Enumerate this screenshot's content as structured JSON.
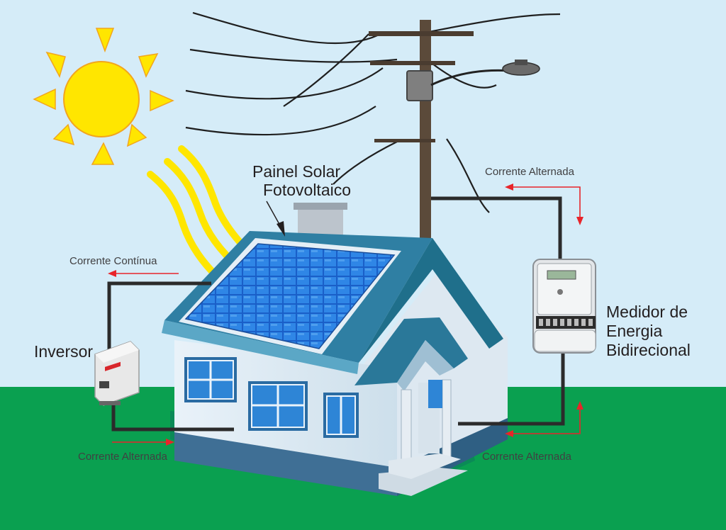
{
  "labels": {
    "solar_panel_line1": "Painel Solar",
    "solar_panel_line2": "Fotovoltaico",
    "inverter": "Inversor",
    "meter_line1": "Medidor de",
    "meter_line2": "Energia",
    "meter_line3": "Bidirecional"
  },
  "flows": {
    "dc_current": "Corrente Contínua",
    "ac_top_right": "Corrente Alternada",
    "ac_bottom_left": "Corrente Alternada",
    "ac_bottom_right": "Corrente Alternada"
  },
  "colors": {
    "sky": "#d5ecf8",
    "grass": "#0aa050",
    "sun": "#ffe600",
    "arrow": "#e8242a",
    "wire": "#2b2b2b",
    "panel": "#1e6fd0",
    "roof": "#1f6f8b"
  }
}
